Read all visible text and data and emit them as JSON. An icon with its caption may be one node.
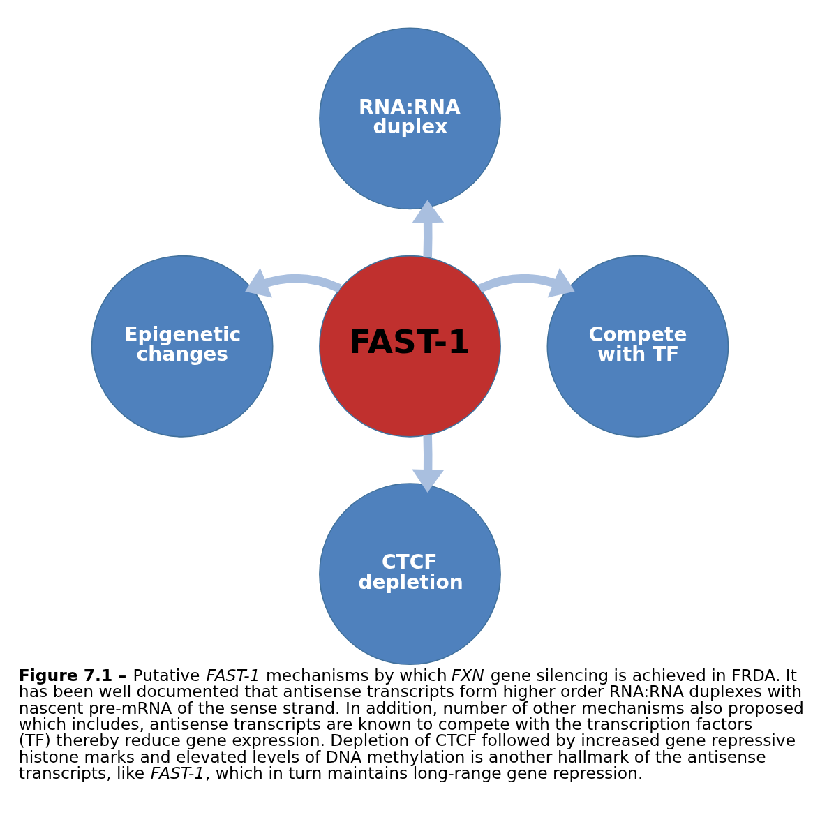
{
  "diagram": {
    "caption": "**Figure 7.1 –** Putative *FAST-1* mechanisms by which *FXN* gene silencing is achieved in FRDA. It has been well documented that antisense transcripts form higher order RNA:RNA duplexes with nascent pre-mRNA of the sense strand. In addition, number of other mechanisms also proposed which includes, antisense transcripts are known to compete with the transcription factors (TF) thereby reduce gene expression. Depletion of CTCF followed by increased gene repressive histone marks and elevated levels of DNA methylation is another hallmark of the antisense transcripts, like *FAST-1*, which in turn maintains long-range gene repression.",
    "nodes": [
      {
        "text": [
          "RNA:RNA duplex"
        ]
      },
      {
        "text": [
          "Epigenetic changes"
        ]
      },
      {
        "text": [
          "FAST-1"
        ]
      },
      {
        "text": [
          "Compete with TF"
        ]
      },
      {
        "text": [
          "CTCF depletion"
        ]
      }
    ],
    "edges": [
      {
        "from": 2,
        "to": 0,
        "arrow": "to"
      },
      {
        "from": 2,
        "to": 1,
        "arrow": "to"
      },
      {
        "from": 2,
        "to": 3,
        "arrow": "to"
      },
      {
        "from": 2,
        "to": 4,
        "arrow": "to"
      }
    ]
  }
}
